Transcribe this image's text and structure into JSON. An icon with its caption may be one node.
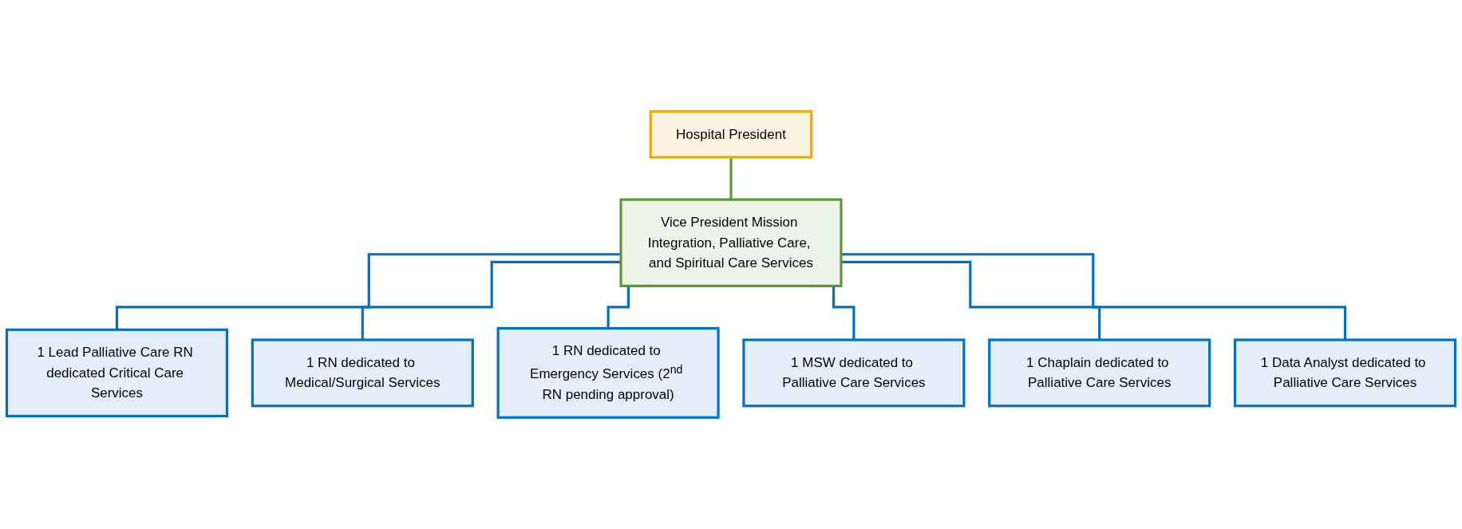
{
  "diagram": {
    "nodes": [
      {
        "text": [
          "Hospital President"
        ]
      },
      {
        "text": [
          "Vice President Mission Integration, Palliative Care, and Spiritual Care Services"
        ]
      },
      {
        "text": [
          "1 Lead Palliative Care RN dedicated Critical Care Services"
        ]
      },
      {
        "text": [
          "1 RN dedicated to Medical/Surgical Services"
        ]
      },
      {
        "text": [
          "1 RN dedicated to Emergency Services (2$^{nd}$ RN pending approval)"
        ]
      },
      {
        "text": [
          "1 MSW dedicated to Palliative Care Services"
        ]
      },
      {
        "text": [
          "1 Chaplain dedicated to Palliative Care Services"
        ]
      },
      {
        "text": [
          "1 Data Analyst dedicated to Palliative Care Services"
        ]
      }
    ],
    "edges": [
      {
        "from": 0,
        "to": 1,
        "arrow": "none",
        "color": "#5e9732"
      },
      {
        "from": 1,
        "to": 2,
        "arrow": "none"
      },
      {
        "from": 1,
        "to": 3,
        "arrow": "none"
      },
      {
        "from": 1,
        "to": 4,
        "arrow": "none"
      },
      {
        "from": 1,
        "to": 5,
        "arrow": "none"
      },
      {
        "from": 1,
        "to": 6,
        "arrow": "none"
      },
      {
        "from": 1,
        "to": 7,
        "arrow": "none"
      }
    ]
  }
}
